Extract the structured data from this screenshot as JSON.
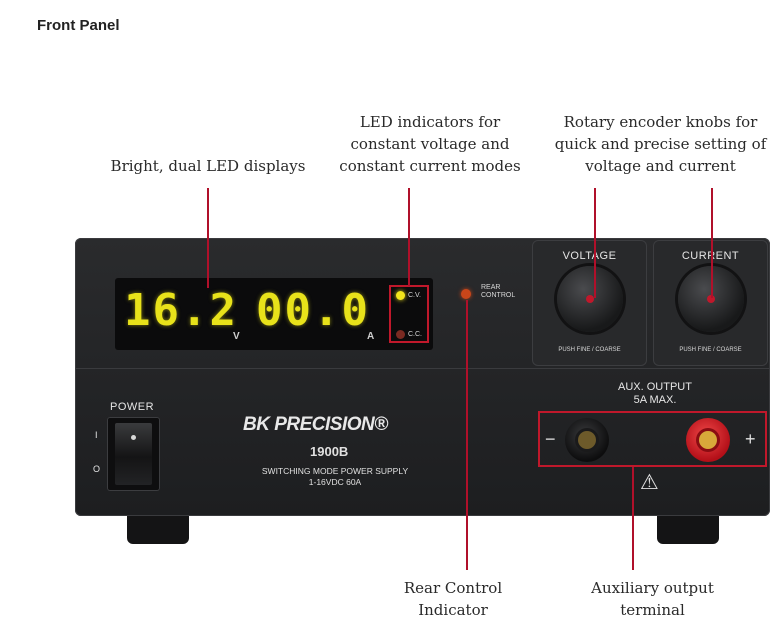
{
  "heading": "Front Panel",
  "callouts": {
    "displays": "Bright, dual LED displays",
    "led_indicators": [
      "LED indicators for",
      "constant voltage and",
      "constant current modes"
    ],
    "knobs": [
      "Rotary encoder knobs for",
      "quick and precise setting of",
      "voltage and current"
    ],
    "rear_control": "Rear Control Indicator",
    "aux_terminal": "Auxiliary output terminal"
  },
  "device": {
    "voltage_reading": "16.2",
    "voltage_unit": "V",
    "current_reading": "00.0",
    "current_unit": "A",
    "cv_label": "C.V.",
    "cc_label": "C.C.",
    "rear_control_lines": [
      "REAR",
      "CONTROL"
    ],
    "voltage_knob_label": "VOLTAGE",
    "current_knob_label": "CURRENT",
    "knob_sub_label": "PUSH   FINE / COARSE",
    "power_label": "POWER",
    "switch_on": "I",
    "switch_off": "O",
    "brand": "BK PRECISION®",
    "model": "1900B",
    "description": [
      "SWITCHING MODE POWER SUPPLY",
      "1-16VDC  60A"
    ],
    "aux_output": [
      "AUX. OUTPUT",
      "5A MAX."
    ],
    "minus": "−",
    "plus": "+",
    "warning": "⚠"
  },
  "colors": {
    "callout_line": "#b0102a",
    "led_digits": "#e8e21a",
    "cv_led": "#f2e51c",
    "cc_led": "#7a2a22",
    "rear_led": "#c8461a",
    "positive_terminal": "#d9161f"
  }
}
